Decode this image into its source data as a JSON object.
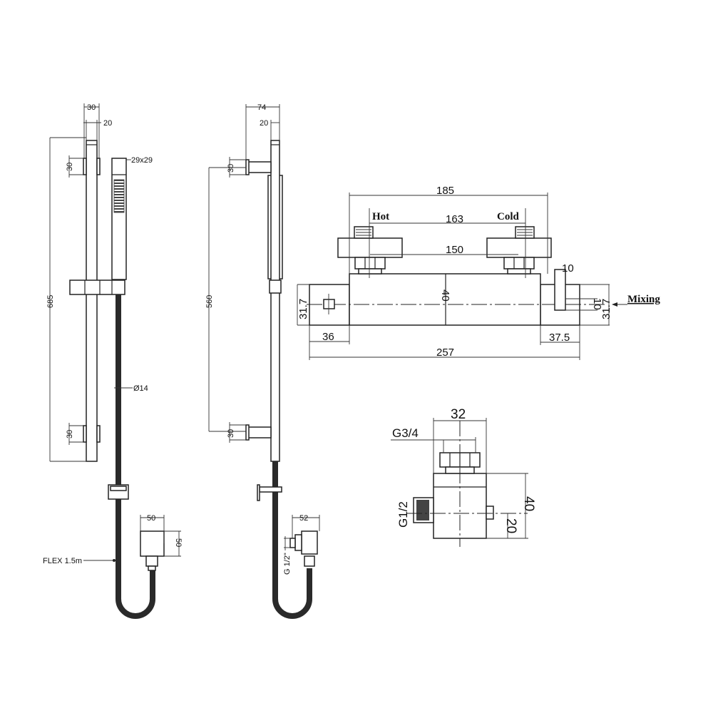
{
  "left_view": {
    "dim_top_width": "30",
    "dim_rail_width": "20",
    "dim_height": "685",
    "dim_bracket_top": "30",
    "dim_bracket_bottom": "30",
    "handset_size": "29x29",
    "hose_diameter": "Ø14",
    "outlet_width": "50",
    "outlet_height": "50",
    "flex_label": "FLEX 1.5m"
  },
  "middle_view": {
    "dim_projection": "74",
    "dim_rail_width": "20",
    "dim_bracket_spacing": "560",
    "dim_bracket_top": "30",
    "dim_bracket_bottom": "30",
    "outlet_depth": "52",
    "outlet_thread": "G 1/2\""
  },
  "thermostat_view": {
    "dim_overall_inlets": "185",
    "dim_inlet_centres": "163",
    "dim_inner": "150",
    "hot_label": "Hot",
    "cold_label": "Cold",
    "dim_body_height": "40",
    "dim_left_height": "31.7",
    "dim_right_height": "31.7",
    "dim_outlet_width": "10",
    "dim_outlet_height": "10",
    "mixing_label": "Mixing",
    "dim_left_cap": "36",
    "dim_right_cap": "37.5",
    "dim_overall_length": "257"
  },
  "valve_view": {
    "dim_width": "32",
    "top_thread": "G3/4",
    "side_thread": "G1/2",
    "dim_height": "40",
    "dim_outlet_height": "20"
  },
  "colors": {
    "line": "#222222",
    "hose": "#2a2a2a",
    "background": "#ffffff"
  }
}
